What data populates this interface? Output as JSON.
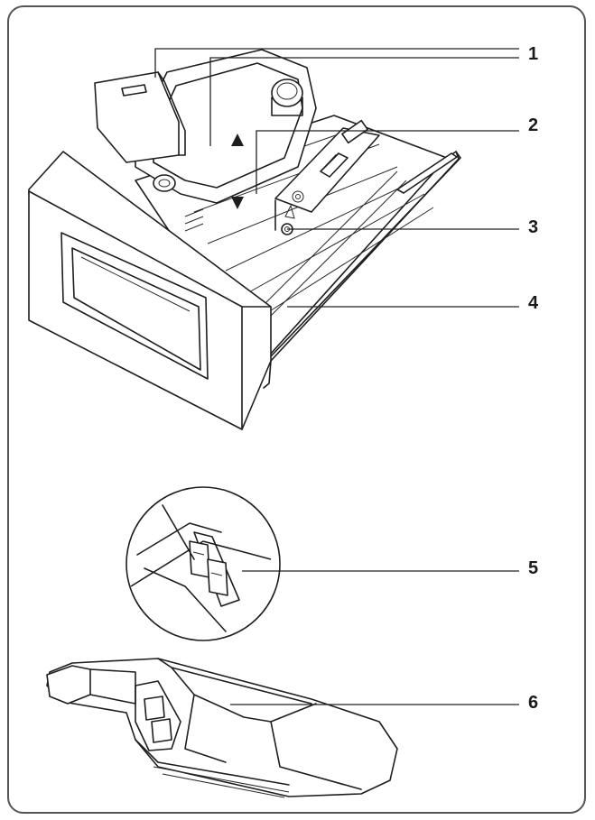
{
  "diagram": {
    "callouts": [
      {
        "id": "1",
        "label": "1"
      },
      {
        "id": "2",
        "label": "2"
      },
      {
        "id": "3",
        "label": "3"
      },
      {
        "id": "4",
        "label": "4"
      },
      {
        "id": "5",
        "label": "5"
      },
      {
        "id": "6",
        "label": "6"
      }
    ]
  },
  "colors": {
    "line": "#1e1e1e",
    "frame": "#555555",
    "background": "#ffffff",
    "shade": "#d9d9d9"
  }
}
